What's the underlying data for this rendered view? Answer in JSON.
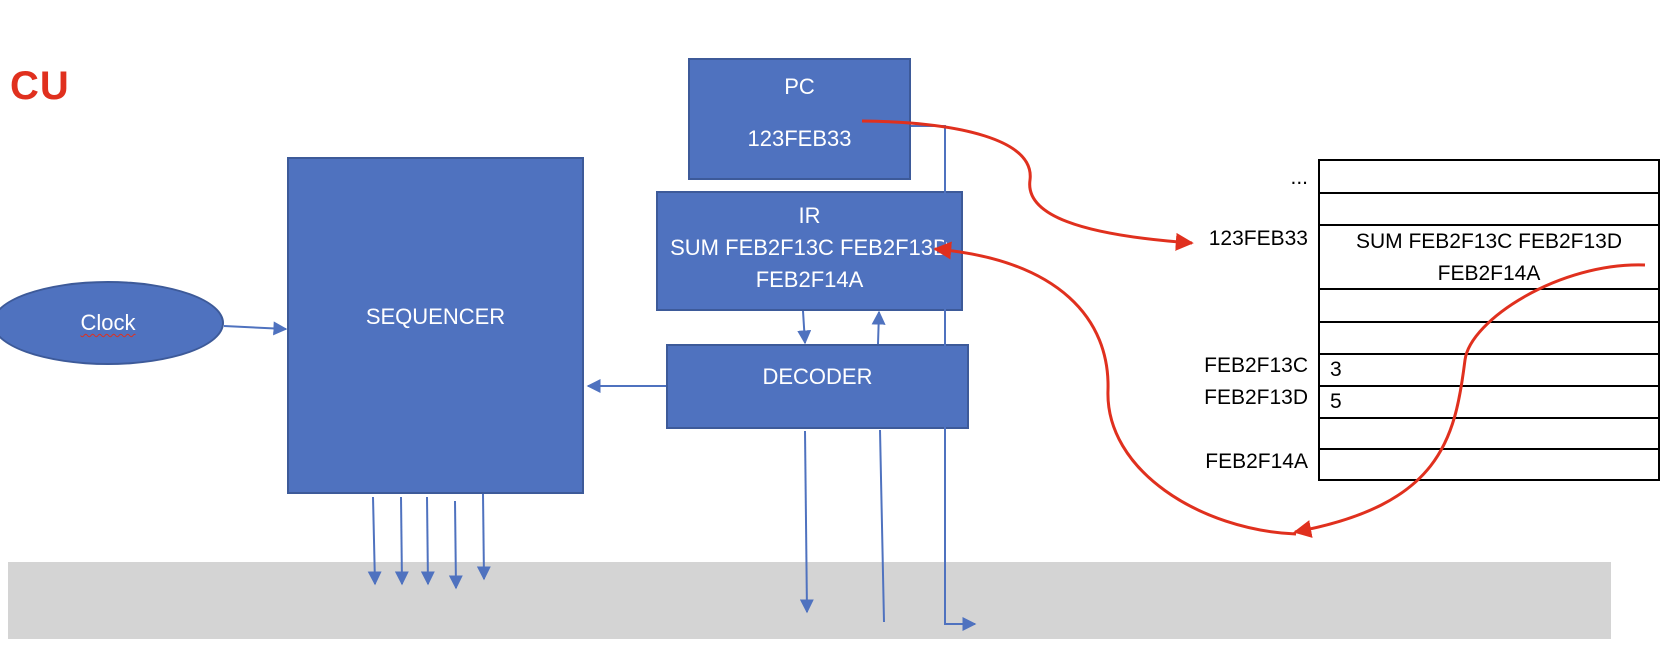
{
  "title": "CU",
  "clock": {
    "label": "Clock"
  },
  "sequencer": {
    "label": "SEQUENCER"
  },
  "pc": {
    "label": "PC",
    "value": "123FEB33"
  },
  "ir": {
    "label": "IR",
    "line1": "SUM FEB2F13C FEB2F13D",
    "line2": "FEB2F14A"
  },
  "decoder": {
    "label": "DECODER"
  },
  "memory": {
    "ellipsis": "...",
    "addresses": {
      "instr": "123FEB33",
      "op1": "FEB2F13C",
      "op2": "FEB2F13D",
      "result": "FEB2F14A"
    },
    "instr_line1": "SUM FEB2F13C FEB2F13D",
    "instr_line2": "FEB2F14A",
    "op1_value": "3",
    "op2_value": "5"
  },
  "colors": {
    "block": "#4f72bf",
    "arrow": "#e0301e",
    "bus": "#d4d4d4",
    "title": "#e0301e"
  }
}
